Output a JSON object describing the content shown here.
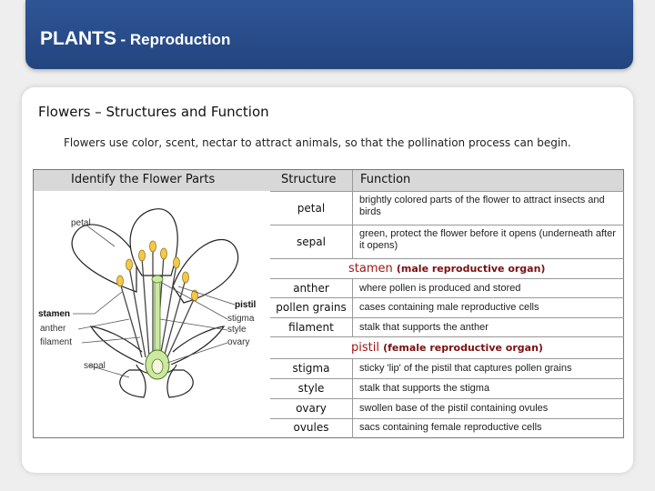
{
  "title": {
    "main": "PLANTS",
    "sub": "- Reproduction"
  },
  "heading": "Flowers – Structures and Function",
  "intro": "Flowers use color, scent, nectar to attract animals, so that the pollination process can begin.",
  "table": {
    "identify_header": "Identify the Flower Parts",
    "structure_header": "Structure",
    "function_header": "Function",
    "petal_rows": [
      {
        "structure": "petal",
        "function": "brightly colored parts of the flower to attract insects and birds"
      },
      {
        "structure": "sepal",
        "function": "green, protect the flower before it opens (underneath after it opens)"
      }
    ],
    "stamen_section": {
      "name": "stamen",
      "note": "(male reproductive organ)"
    },
    "stamen_rows": [
      {
        "structure": "anther",
        "function": "where pollen is produced and stored"
      },
      {
        "structure": "pollen grains",
        "function": "cases containing male reproductive cells"
      },
      {
        "structure": "filament",
        "function": "stalk that supports the anther"
      }
    ],
    "pistil_section": {
      "name": "pistil",
      "note": "(female reproductive organ)"
    },
    "pistil_rows": [
      {
        "structure": "stigma",
        "function": "sticky 'lip' of the pistil that captures pollen grains"
      },
      {
        "structure": "style",
        "function": "stalk that supports the stigma"
      },
      {
        "structure": "ovary",
        "function": "swollen base of the pistil containing ovules"
      },
      {
        "structure": "ovules",
        "function": "sacs containing female reproductive cells"
      }
    ]
  },
  "diagram_labels": {
    "petal": "petal",
    "stamen": "stamen",
    "anther": "anther",
    "filament": "filament",
    "pistil": "pistil",
    "stigma": "stigma",
    "style": "style",
    "ovary": "ovary",
    "sepal": "sepal"
  },
  "colors": {
    "title_bar": "#2f5596",
    "section_heading": "#a31515",
    "header_band": "#d8d8d8"
  }
}
